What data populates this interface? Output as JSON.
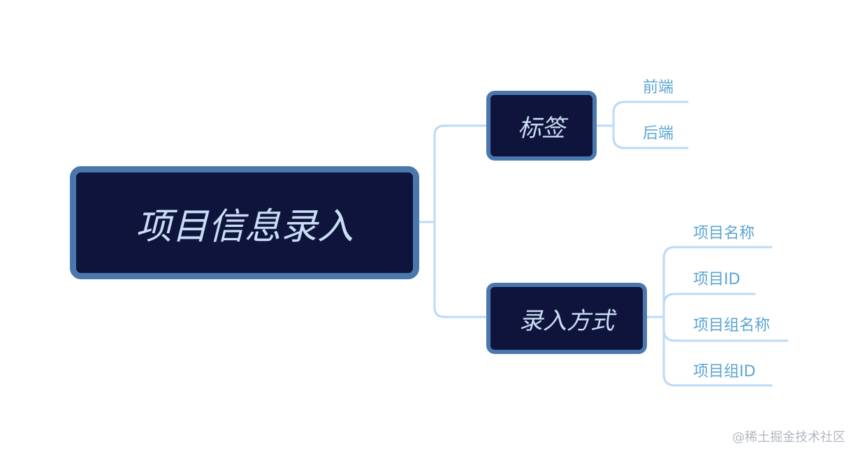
{
  "root": {
    "label": "项目信息录入"
  },
  "branches": [
    {
      "label": "标签",
      "leaves": [
        "前端",
        "后端"
      ]
    },
    {
      "label": "录入方式",
      "leaves": [
        "项目名称",
        "项目ID",
        "项目组名称",
        "项目组ID"
      ]
    }
  ],
  "watermark": "@稀土掘金技术社区",
  "colors": {
    "node_fill": "#0f143c",
    "node_border": "#4a78ad",
    "node_text": "#c9ddf3",
    "connector": "#bcd9f5",
    "leaf_text": "#5aa4d3"
  }
}
